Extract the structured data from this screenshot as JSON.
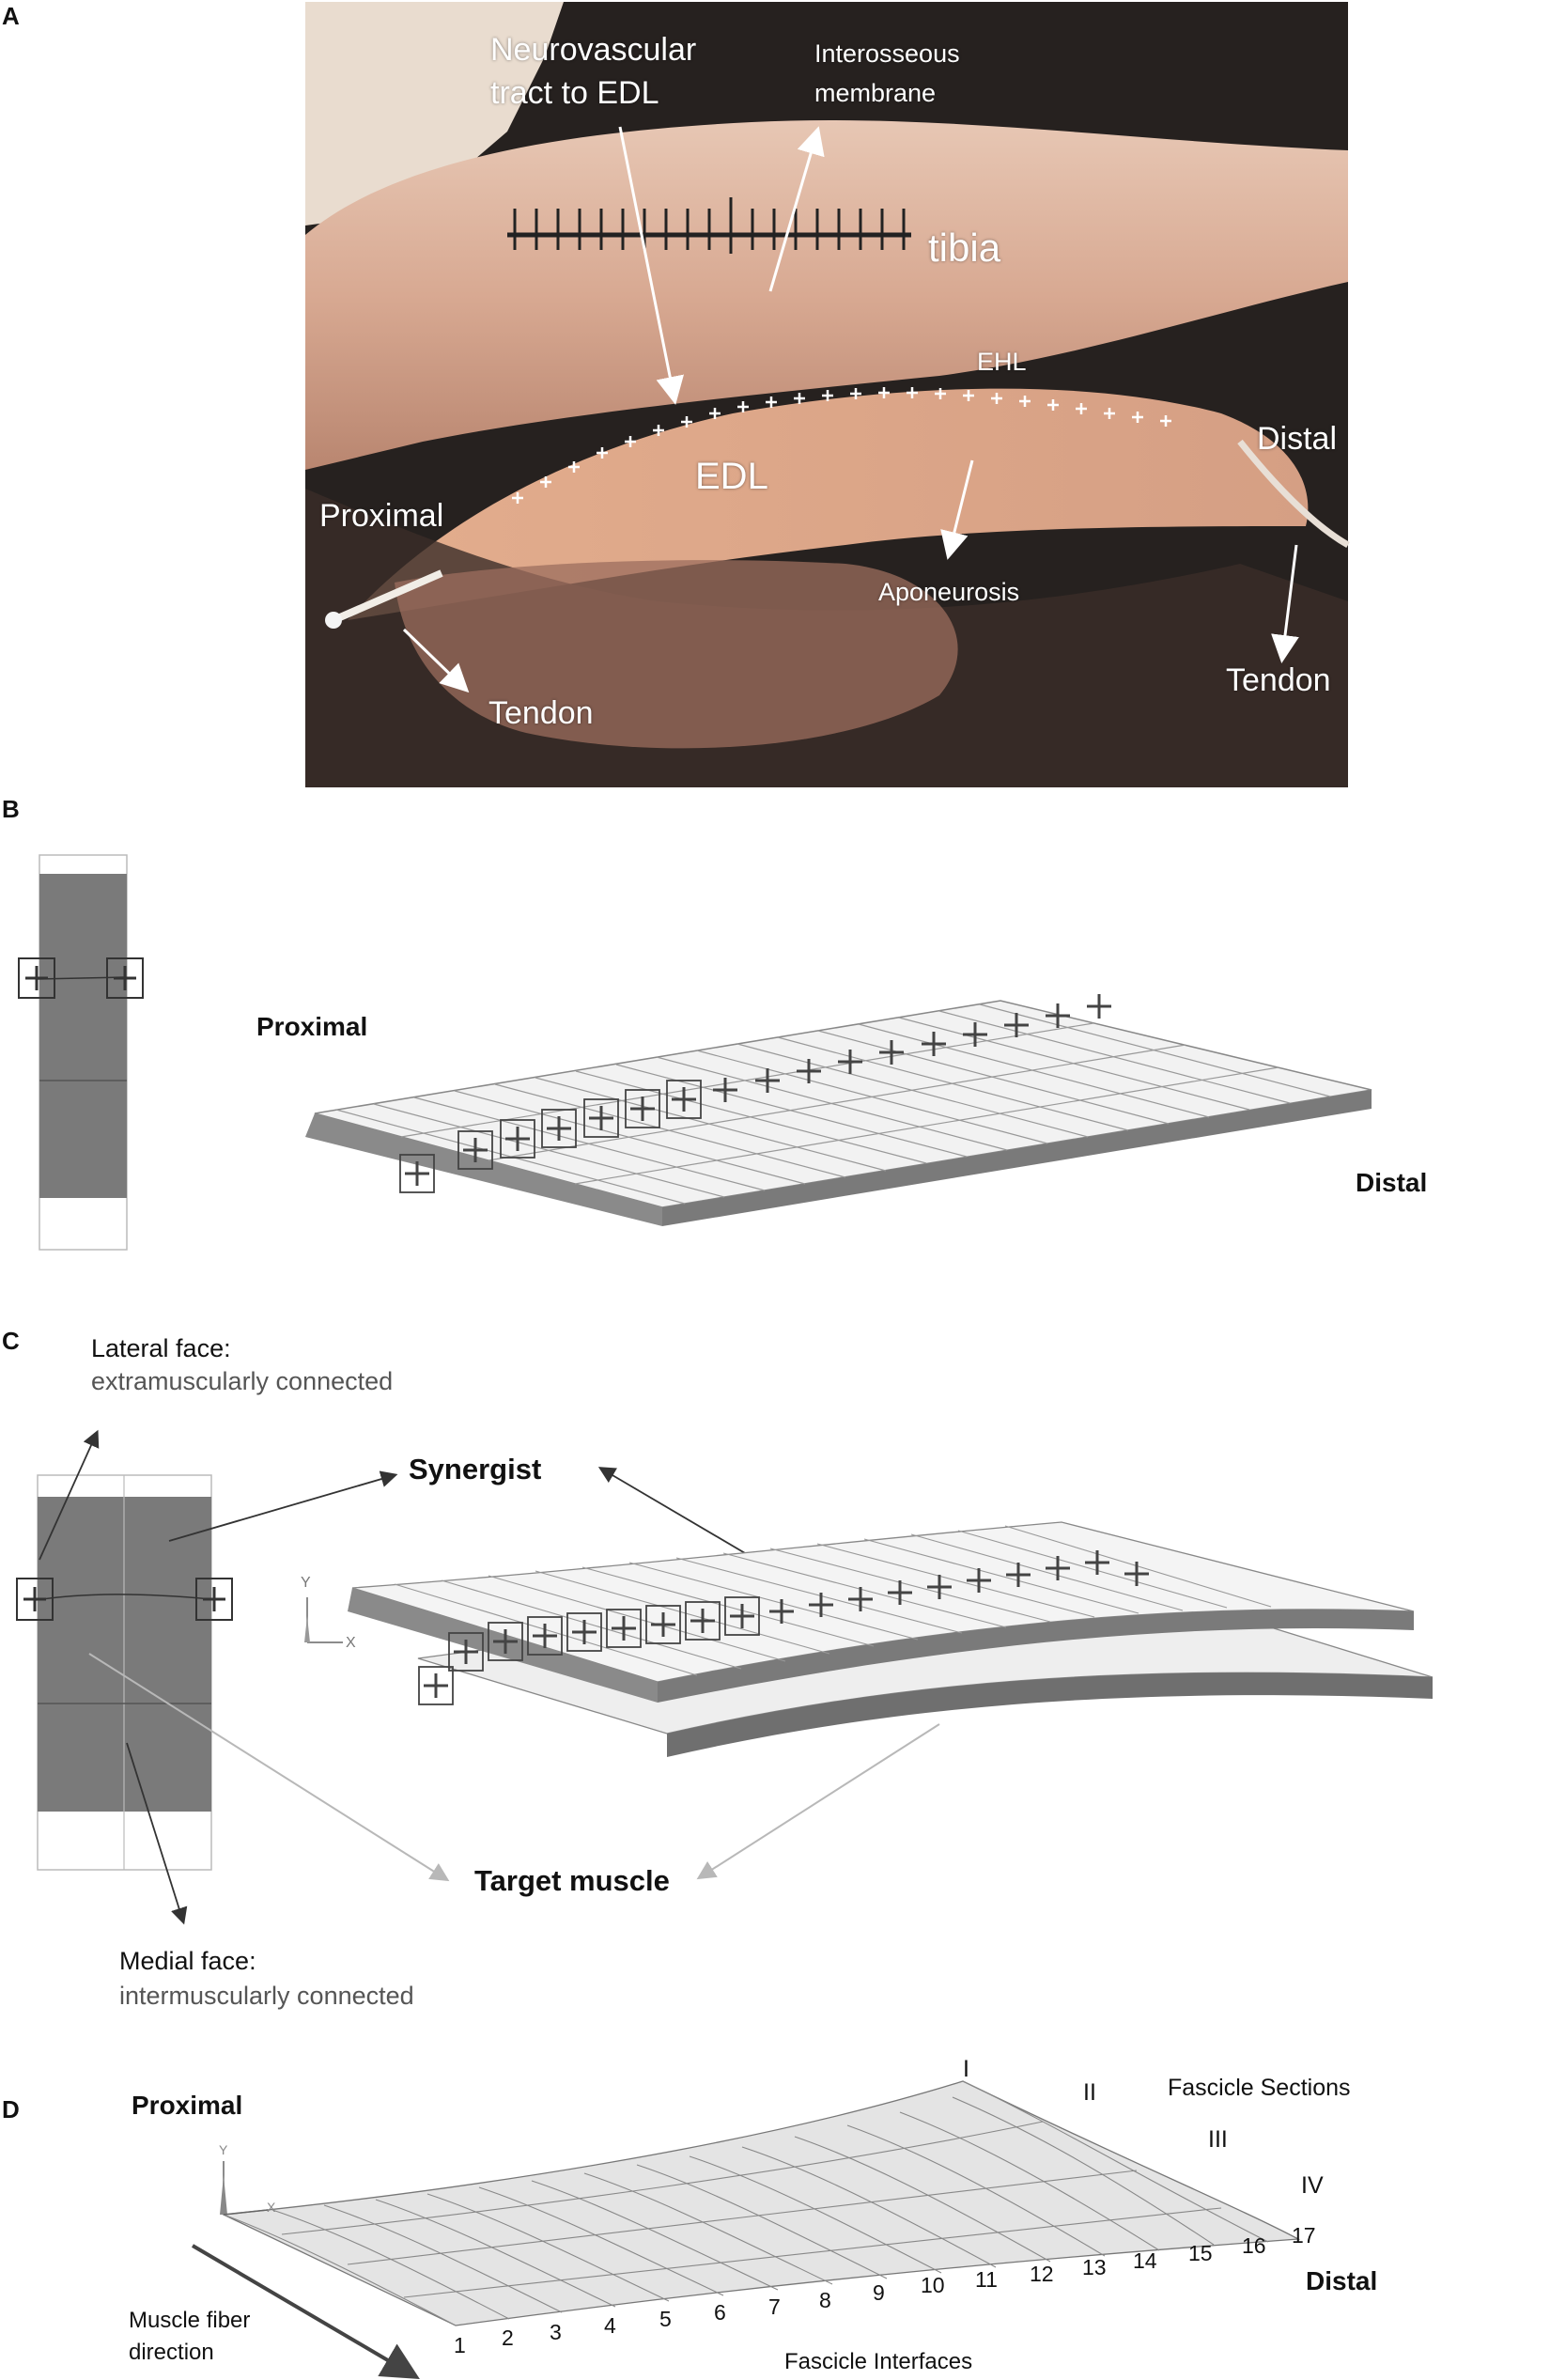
{
  "panel_a": {
    "letter": "A",
    "labels": {
      "neurovascular": [
        "Neurovascular",
        "tract to EDL"
      ],
      "interosseous": [
        "Interosseous",
        "membrane"
      ],
      "tibia": "tibia",
      "ehl": "EHL",
      "edl": "EDL",
      "distal": "Distal",
      "proximal": "Proximal",
      "aponeurosis": "Aponeurosis",
      "tendon_left": "Tendon",
      "tendon_right": "Tendon"
    }
  },
  "panel_b": {
    "letter": "B",
    "proximal": "Proximal",
    "distal": "Distal"
  },
  "panel_c": {
    "letter": "C",
    "lateral_title": "Lateral face:",
    "lateral_sub": "extramuscularly connected",
    "synergist": "Synergist",
    "target": "Target muscle",
    "medial_title": "Medial face:",
    "medial_sub": "intermuscularly connected",
    "axis_y": "Y",
    "axis_x": "X"
  },
  "panel_d": {
    "letter": "D",
    "proximal": "Proximal",
    "distal": "Distal",
    "fascicle_sections_label": "Fascicle Sections",
    "sections": [
      "I",
      "II",
      "III",
      "IV"
    ],
    "interfaces": [
      "1",
      "2",
      "3",
      "4",
      "5",
      "6",
      "7",
      "8",
      "9",
      "10",
      "11",
      "12",
      "13",
      "14",
      "15",
      "16",
      "17"
    ],
    "fascicle_interfaces_label": "Fascicle Interfaces",
    "fiber_direction": [
      "Muscle fiber",
      "direction"
    ],
    "axis_y": "Y",
    "axis_x": "X"
  },
  "colors": {
    "photo_bg": "#2b2522",
    "muscle": "#c9957a",
    "model_dark": "#7a7a7a",
    "model_face": "#f2f2f2",
    "arrow_grey": "#b8b8b8"
  }
}
